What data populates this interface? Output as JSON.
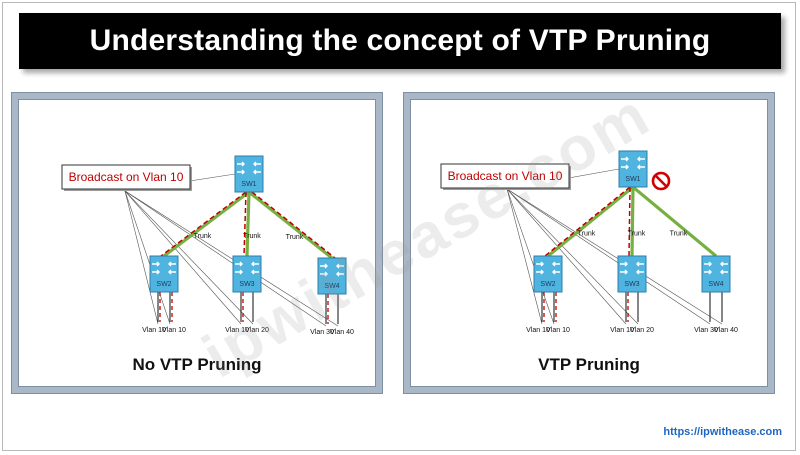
{
  "title": "Understanding the concept of VTP Pruning",
  "watermark": "ipwithease.com",
  "footer_url": "https://ipwithease.com",
  "colors": {
    "trunk_green": "#76b041",
    "broadcast_red": "#c00000",
    "switch_blue": "#4fb4df",
    "panel_border": "#aab7c7",
    "block_icon": "#d40000"
  },
  "icons": [
    "switch-icon",
    "no-entry-icon"
  ],
  "diagrams": [
    {
      "caption": "No VTP Pruning",
      "broadcast_label": "Broadcast on Vlan 10",
      "root_switch": "SW1",
      "trunk_label": "Trunk",
      "switches": [
        {
          "name": "SW2",
          "trunk_label": "Trunk",
          "vlans": [
            "Vlan 10",
            "Vlan 10"
          ],
          "broadcast": true,
          "pruned": false
        },
        {
          "name": "SW3",
          "trunk_label": "Trunk",
          "vlans": [
            "Vlan 10",
            "Vlan 20"
          ],
          "broadcast": true,
          "pruned": false
        },
        {
          "name": "SW4",
          "trunk_label": "Trunk",
          "vlans": [
            "Vlan 30",
            "Vlan 40"
          ],
          "broadcast": true,
          "pruned": false
        }
      ]
    },
    {
      "caption": "VTP Pruning",
      "broadcast_label": "Broadcast on Vlan 10",
      "root_switch": "SW1",
      "trunk_label": "Trunk",
      "switches": [
        {
          "name": "SW2",
          "trunk_label": "Trunk",
          "vlans": [
            "Vlan 10",
            "Vlan 10"
          ],
          "broadcast": true,
          "pruned": false
        },
        {
          "name": "SW3",
          "trunk_label": "Trunk",
          "vlans": [
            "Vlan 10",
            "Vlan 20"
          ],
          "broadcast": true,
          "pruned": false
        },
        {
          "name": "SW4",
          "trunk_label": "Trunk",
          "vlans": [
            "Vlan 30",
            "Vlan 40"
          ],
          "broadcast": false,
          "pruned": true
        }
      ]
    }
  ]
}
